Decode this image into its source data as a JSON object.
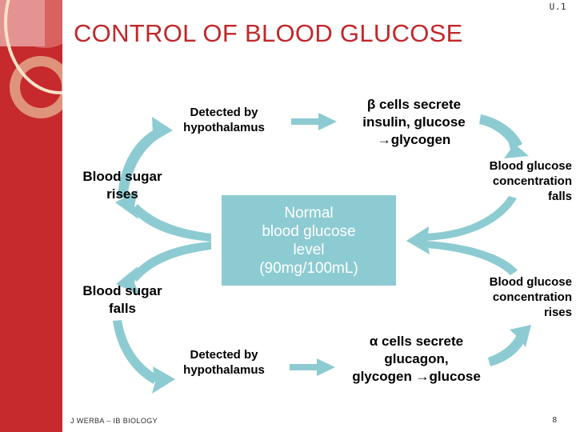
{
  "header": {
    "unit_tag": "U.1",
    "title": "CONTROL OF BLOOD GLUCOSE",
    "title_color": "#C0282B"
  },
  "theme": {
    "sidebar_red": "#C62A2C",
    "sidebar_pink": "#E59392",
    "sidebar_circle": "#D9615F",
    "sidebar_ring": "#E0937C",
    "sidebar_arc": "#F6E3C8",
    "accent_teal": "#8DCBD2",
    "label_text": "#000000",
    "box_text": "#FFFFFF"
  },
  "center_box": {
    "line1": "Normal",
    "line2": "blood glucose",
    "line3": "level",
    "line4": "(90mg/100mL)",
    "fill": "#8DCBD2"
  },
  "labels": {
    "detected_top": {
      "line1": "Detected by",
      "line2": "hypothalamus"
    },
    "beta_cells": {
      "line1": "β cells secrete",
      "line2": "insulin, glucose",
      "line3": "→glycogen"
    },
    "blood_sugar_rises": {
      "line1": "Blood sugar",
      "line2": "rises"
    },
    "glucose_conc_falls": {
      "line1": "Blood glucose",
      "line2": "concentration",
      "line3": "falls"
    },
    "blood_sugar_falls": {
      "line1": "Blood sugar",
      "line2": "falls"
    },
    "glucose_conc_rises": {
      "line1": "Blood glucose",
      "line2": "concentration",
      "line3": "rises"
    },
    "detected_bottom": {
      "line1": "Detected by",
      "line2": "hypothalamus"
    },
    "alpha_cells": {
      "line1": "α cells secrete",
      "line2": "glucagon,",
      "line3": "glycogen →glucose"
    }
  },
  "arrows": [
    {
      "name": "rises-to-detected",
      "shape": "curve-up-right"
    },
    {
      "name": "detected-to-beta",
      "shape": "straight-right"
    },
    {
      "name": "beta-to-glucose-falls",
      "shape": "curve-down-right"
    },
    {
      "name": "glucose-falls-to-box",
      "shape": "curve-left-into-box"
    },
    {
      "name": "box-to-sugar-falls",
      "shape": "curve-down-left-out-of-box"
    },
    {
      "name": "sugar-falls-to-detected",
      "shape": "curve-down-right"
    },
    {
      "name": "detected-to-alpha",
      "shape": "straight-right"
    },
    {
      "name": "alpha-to-glucose-rises",
      "shape": "curve-up-right"
    },
    {
      "name": "glucose-rises-to-box",
      "shape": "curve-left-into-box"
    },
    {
      "name": "box-to-sugar-rises",
      "shape": "curve-up-left-out-of-box"
    }
  ],
  "footer": {
    "credit": "J WERBA – IB BIOLOGY",
    "page_number": "8"
  }
}
